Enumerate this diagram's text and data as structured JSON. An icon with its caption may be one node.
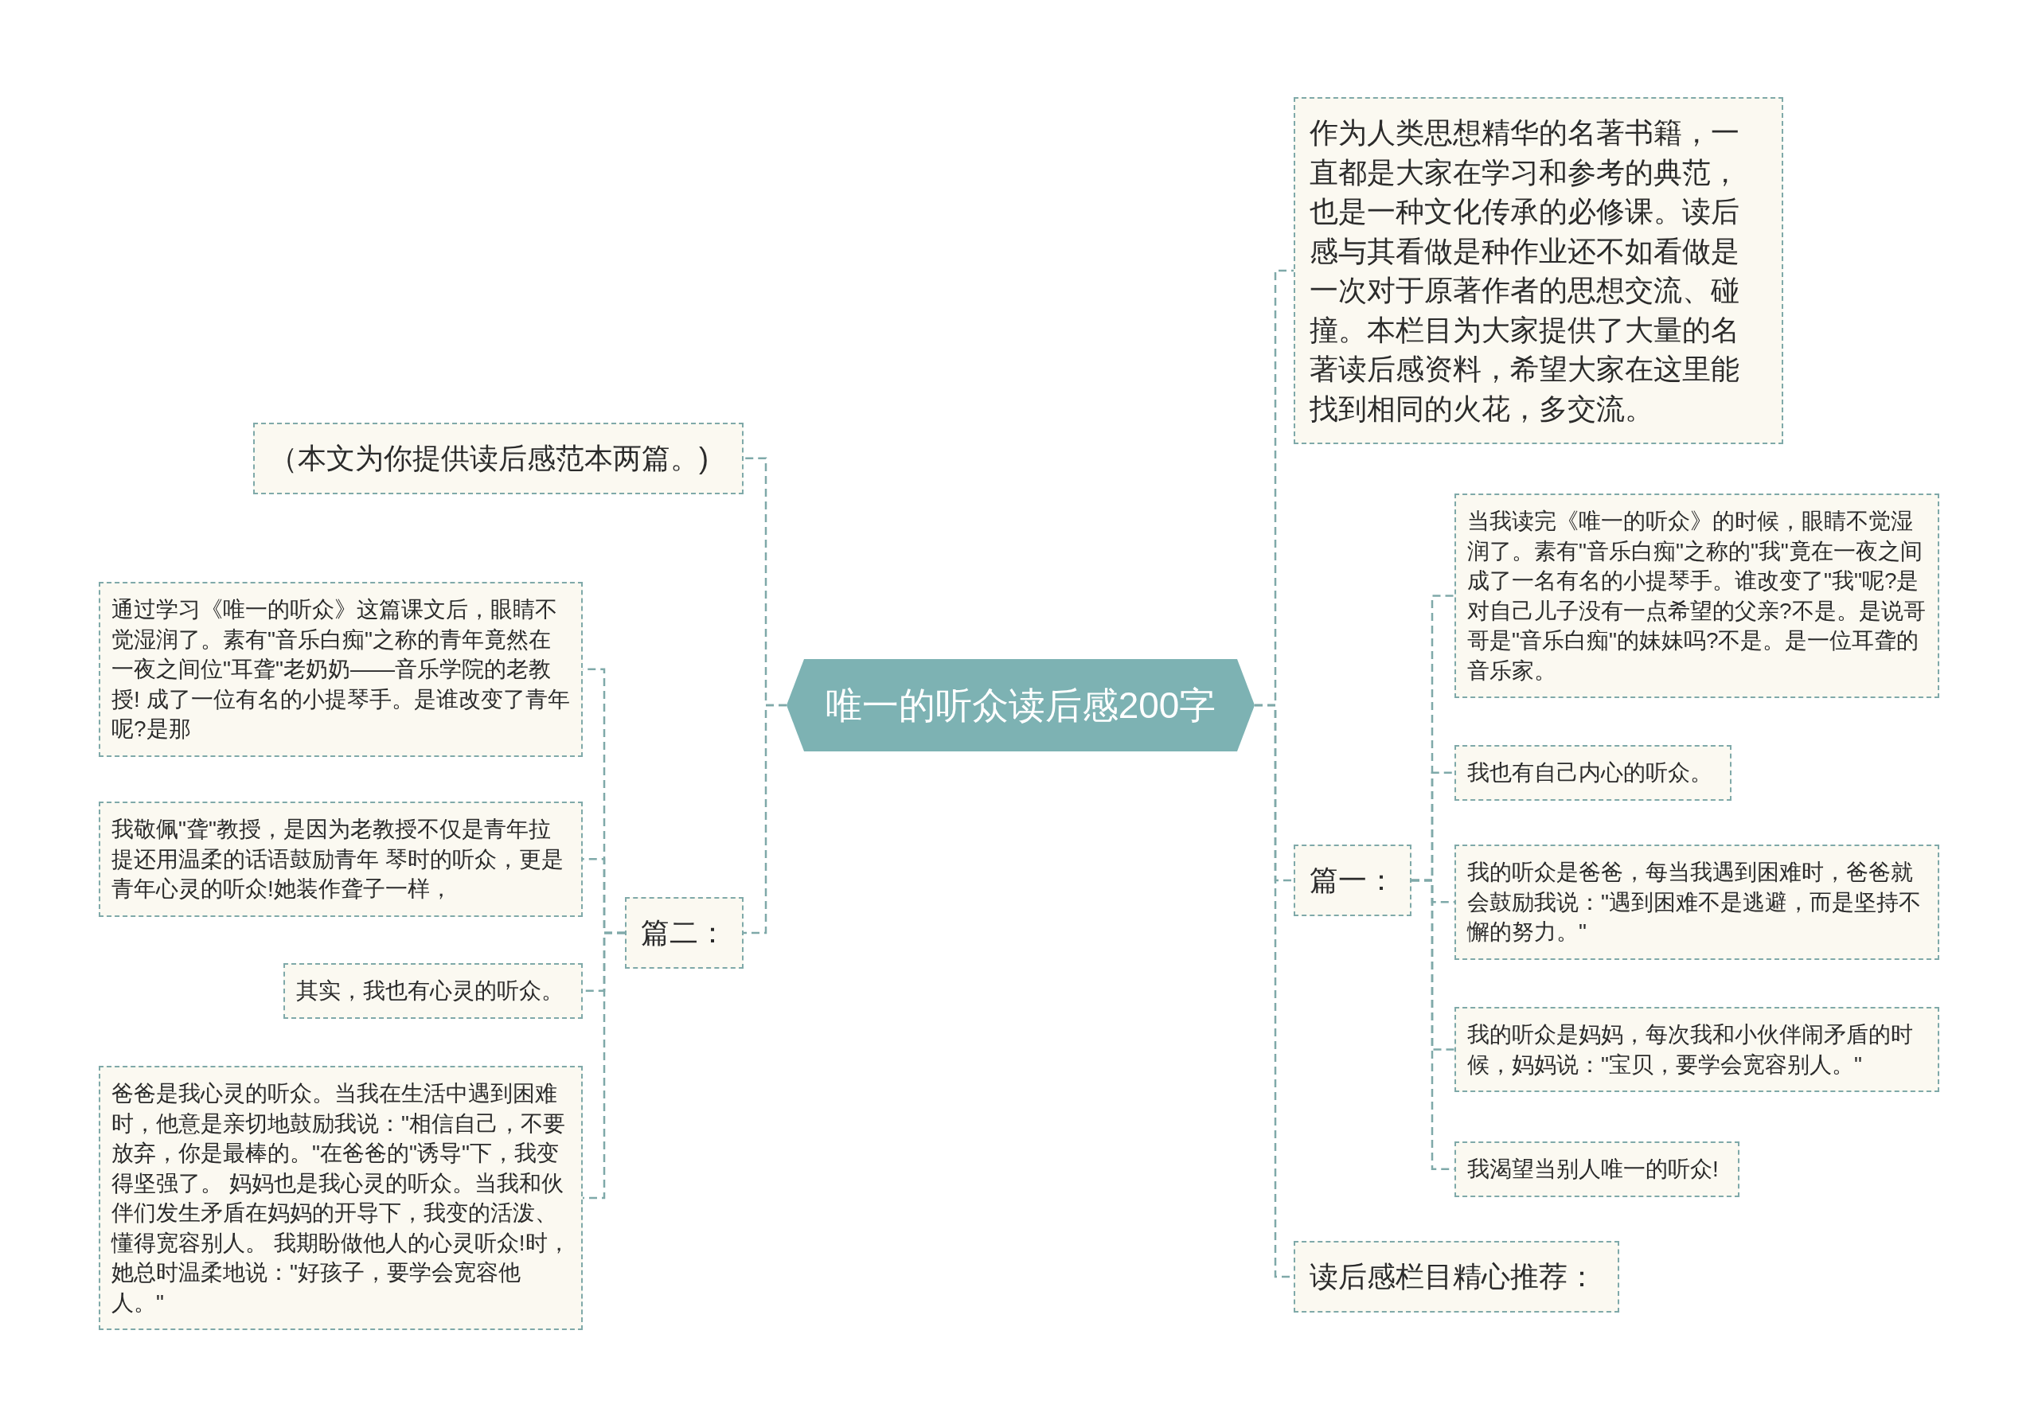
{
  "diagram": {
    "nodes": [
      {
        "text": [
          "唯一的听众读后感200字"
        ]
      },
      {
        "text": [
          "作为人类思想精华的名著书籍，一直都是大家在学习和参考的典范，也是一种文化传承的必修课。读后感与其看做是种作业还不如看做是一次对于原著作者的思想交流、碰撞。本栏目为大家提供了大量的名著读后感资料，希望大家在这里能找到相同的火花，多交流。"
        ]
      },
      {
        "text": [
          "篇一："
        ]
      },
      {
        "text": [
          "当我读完《唯一的听众》的时候，眼睛不觉湿润了。素有\"音乐白痴\"之称的\"我\"竟在一夜之间成了一名有名的小提琴手。谁改变了\"我\"呢?是对自己儿子没有一点希望的父亲?不是。是说哥哥是\"音乐白痴\"的妹妹吗?不是。是一位耳聋的音乐家。"
        ]
      },
      {
        "text": [
          "我也有自己内心的听众。"
        ]
      },
      {
        "text": [
          "我的听众是爸爸，每当我遇到困难时，爸爸就会鼓励我说：\"遇到困难不是逃避，而是坚持不懈的努力。\""
        ]
      },
      {
        "text": [
          "我的听众是妈妈，每次我和小伙伴闹矛盾的时候，妈妈说：\"宝贝，要学会宽容别人。\""
        ]
      },
      {
        "text": [
          "我渴望当别人唯一的听众!"
        ]
      },
      {
        "text": [
          "读后感栏目精心推荐："
        ]
      },
      {
        "text": [
          "（本文为你提供读后感范本两篇。)"
        ]
      },
      {
        "text": [
          "篇二："
        ]
      },
      {
        "text": [
          "通过学习《唯一的听众》这篇课文后，眼睛不觉湿润了。素有\"音乐白痴\"之称的青年竟然在一夜之间位\"耳聋\"老奶奶——音乐学院的老教授! 成了一位有名的小提琴手。是谁改变了青年呢?是那"
        ]
      },
      {
        "text": [
          "我敬佩\"聋\"教授，是因为老教授不仅是青年拉提还用温柔的话语鼓励青年 琴时的听众，更是青年心灵的听众!她装作聋子一样，"
        ]
      },
      {
        "text": [
          "其实，我也有心灵的听众。"
        ]
      },
      {
        "text": [
          "爸爸是我心灵的听众。当我在生活中遇到困难时，他意是亲切地鼓励我说：\"相信自己，不要放弃，你是最棒的。\"在爸爸的\"诱导\"下，我变得坚强了。 妈妈也是我心灵的听众。当我和伙伴们发生矛盾在妈妈的开导下，我变的活泼、懂得宽容别人。 我期盼做他人的心灵听众!时，她总时温柔地说：\"好孩子，要学会宽容他人。\""
        ]
      }
    ],
    "edges": [
      {
        "from": 0,
        "to": 1,
        "arrow": "none"
      },
      {
        "from": 0,
        "to": 2,
        "arrow": "none"
      },
      {
        "from": 2,
        "to": 3,
        "arrow": "none"
      },
      {
        "from": 2,
        "to": 4,
        "arrow": "none"
      },
      {
        "from": 2,
        "to": 5,
        "arrow": "none"
      },
      {
        "from": 2,
        "to": 6,
        "arrow": "none"
      },
      {
        "from": 2,
        "to": 7,
        "arrow": "none"
      },
      {
        "from": 0,
        "to": 8,
        "arrow": "none"
      },
      {
        "from": 0,
        "to": 9,
        "arrow": "none"
      },
      {
        "from": 0,
        "to": 10,
        "arrow": "none"
      },
      {
        "from": 10,
        "to": 11,
        "arrow": "none"
      },
      {
        "from": 10,
        "to": 12,
        "arrow": "none"
      },
      {
        "from": 10,
        "to": 13,
        "arrow": "none"
      },
      {
        "from": 10,
        "to": 14,
        "arrow": "none"
      }
    ]
  }
}
